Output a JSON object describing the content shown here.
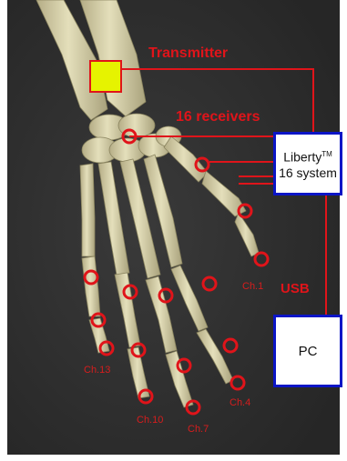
{
  "labels": {
    "transmitter": "Transmitter",
    "receivers": "16 receivers",
    "usb": "USB"
  },
  "liberty_box": {
    "name": "Liberty",
    "superscript": "TM",
    "line2": "16 system"
  },
  "pc_box": {
    "label": "PC"
  },
  "channel_labels": {
    "ch1": "Ch.1",
    "ch4": "Ch.4",
    "ch7": "Ch.7",
    "ch10": "Ch.10",
    "ch13": "Ch.13"
  },
  "colors": {
    "background": "#2d2d2d",
    "bone": "#ddd8b0",
    "bone_shadow": "#b8b08a",
    "wire_red": "#e0141a",
    "box_border_blue": "#0b15c6",
    "transmitter_yellow": "#e6f300"
  }
}
